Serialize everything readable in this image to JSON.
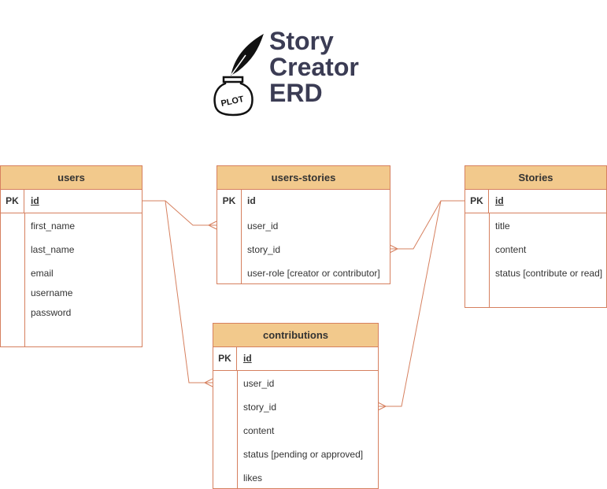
{
  "title": {
    "line1": "Story",
    "line2": "Creator",
    "line3": "ERD"
  },
  "logo": {
    "text": "PLOT"
  },
  "colors": {
    "border": "#d6805f",
    "header": "#f2c98c",
    "title": "#3b3c54"
  },
  "entities": {
    "users": {
      "name": "users",
      "pk_label": "PK",
      "pk": "id",
      "fields": [
        "first_name",
        "last_name",
        "email",
        "username",
        "password"
      ]
    },
    "users_stories": {
      "name": "users-stories",
      "pk_label": "PK",
      "pk": "id",
      "fields": [
        "user_id",
        "story_id",
        "user-role [creator or contributor]"
      ]
    },
    "stories": {
      "name": "Stories",
      "pk_label": "PK",
      "pk": "id",
      "fields": [
        "title",
        "content",
        "status [contribute or read]"
      ]
    },
    "contributions": {
      "name": "contributions",
      "pk_label": "PK",
      "pk": "id",
      "fields": [
        "user_id",
        "story_id",
        "content",
        "status [pending or approved]",
        "likes"
      ]
    }
  }
}
